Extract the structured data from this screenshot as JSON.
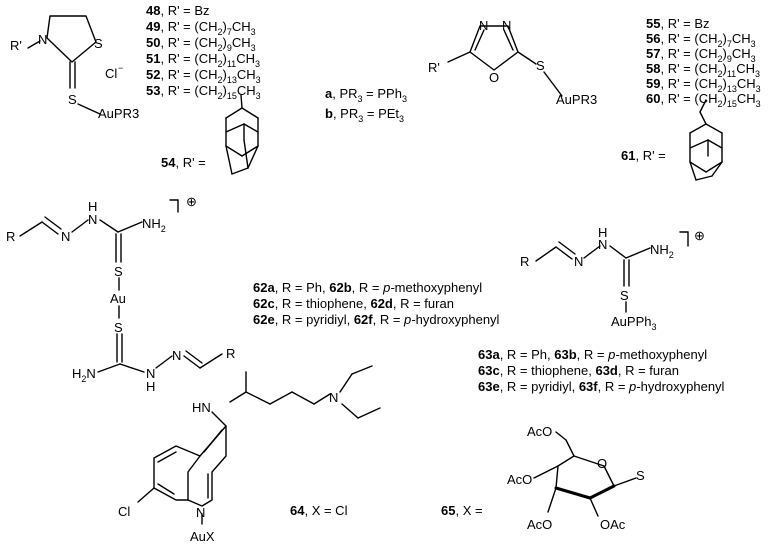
{
  "left_series": [
    {
      "num": "48",
      "rest": ", R' = Bz"
    },
    {
      "num": "49",
      "rest": ", R' = (CH2)7CH3"
    },
    {
      "num": "50",
      "rest": ", R' = (CH2)9CH3"
    },
    {
      "num": "51",
      "rest": ", R' = (CH2)11CH3"
    },
    {
      "num": "52",
      "rest": ", R' = (CH2)13CH3"
    },
    {
      "num": "53",
      "rest": ", R' = (CH2)15CH3"
    },
    {
      "num": "54",
      "rest": ", R' ="
    }
  ],
  "right_series": [
    {
      "num": "55",
      "rest": ", R' = Bz"
    },
    {
      "num": "56",
      "rest": ", R' = (CH2)7CH3"
    },
    {
      "num": "57",
      "rest": ", R' = (CH2)9CH3"
    },
    {
      "num": "58",
      "rest": ", R' = (CH2)11CH3"
    },
    {
      "num": "59",
      "rest": ", R' = (CH2)13CH3"
    },
    {
      "num": "60",
      "rest": ", R' = (CH2)15CH3"
    },
    {
      "num": "61",
      "rest": ", R' ="
    }
  ],
  "phosphine": {
    "a": "a, PR3 = PPh3",
    "b": "b, PR3 = PEt3"
  },
  "series_62": [
    "62a, R = Ph, 62b, R = p-methoxyphenyl",
    "62c, R = thiophene, 62d, R = furan",
    "62e, R = pyridiyl, 62f, R = p-hydroxyphenyl"
  ],
  "series_63": [
    "63a, R = Ph, 63b, R = p-methoxyphenyl",
    "63c, R = thiophene, 63d, R = furan",
    "63e, R = pyridiyl, 63f, R = p-hydroxyphenyl"
  ],
  "cpd64": "64, X = Cl",
  "cpd65": "65, X =",
  "atoms": {
    "thiazolidine": {
      "rprime": "R'",
      "n": "N",
      "s_ring": "S",
      "cl": "Cl",
      "s_exo": "S",
      "aupr3": "AuPR3"
    },
    "oxadiazole": {
      "n1": "N",
      "n2": "N",
      "o": "O",
      "rprime": "R'",
      "s": "S",
      "aupr3": "AuPR3"
    },
    "hydrazone62": {
      "r1": "R",
      "n1": "N",
      "nh1": "N",
      "h1": "H",
      "nh2_1": "NH2",
      "s1": "S",
      "au": "Au",
      "s2": "S",
      "h2n": "H2N",
      "nh2": "N",
      "h2": "H",
      "n2": "N",
      "r2": "R",
      "charge": "⊕"
    },
    "hydrazone63": {
      "r": "R",
      "n": "N",
      "nh": "N",
      "h": "H",
      "nh2": "NH2",
      "s": "S",
      "aupph3": "AuPPh3",
      "charge": "⊕"
    },
    "quinoline": {
      "hn": "HN",
      "n_amine": "N",
      "n_ring": "N",
      "cl": "Cl",
      "aux": "AuX"
    },
    "sugar": {
      "o_ring": "O",
      "s": "S",
      "ac1": "AcO",
      "ac2": "AcO",
      "ac3": "AcO",
      "ac4": "OAc"
    }
  }
}
